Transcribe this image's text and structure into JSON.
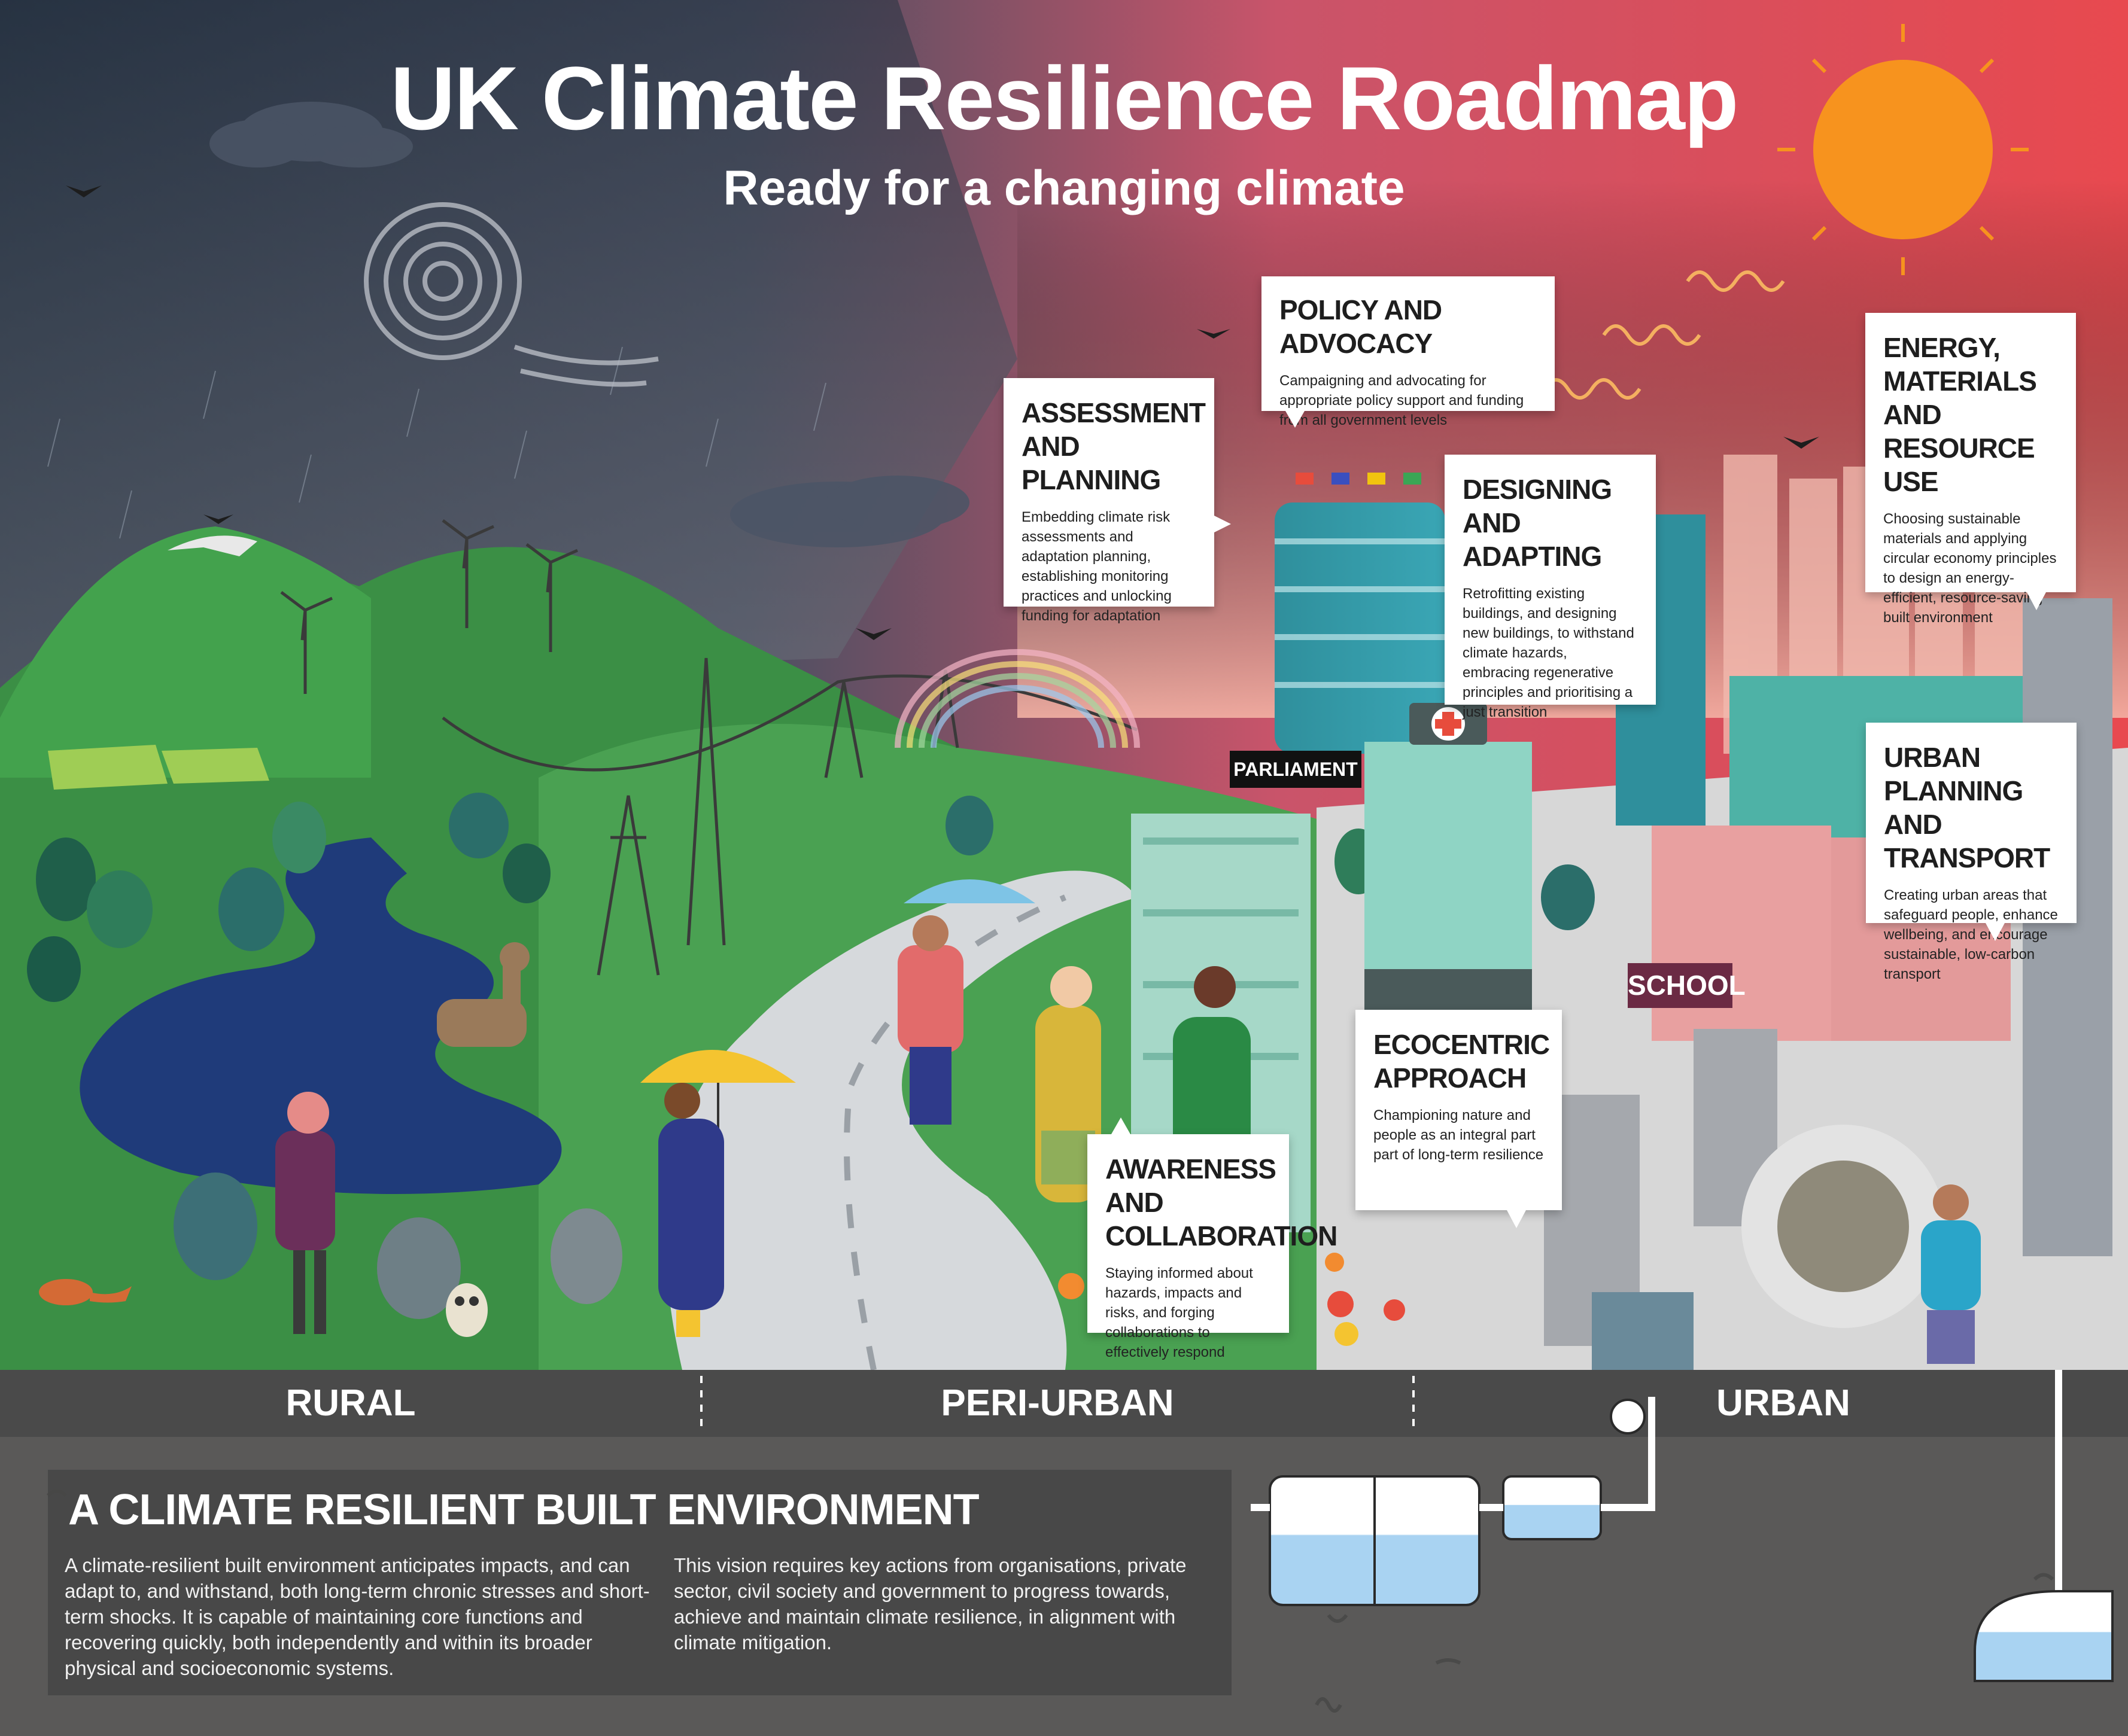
{
  "header": {
    "title": "UK Climate Resilience Roadmap",
    "subtitle": "Ready for a changing climate"
  },
  "cards": {
    "policy": {
      "title": "POLICY AND ADVOCACY",
      "body": "Campaigning and advocating for appropriate policy support and funding from all government levels"
    },
    "assessment": {
      "title": "ASSESSMENT AND PLANNING",
      "body": "Embedding climate risk assessments and adaptation planning, establishing monitoring practices and unlocking funding for adaptation"
    },
    "designing": {
      "title": "DESIGNING AND ADAPTING",
      "body": "Retrofitting existing buildings, and designing new buildings, to withstand climate hazards, embracing regenerative principles and prioritising a just transition"
    },
    "energy": {
      "title": "ENERGY, MATERIALS AND RESOURCE USE",
      "body": "Choosing sustainable materials and applying circular economy principles to design an energy-efficient, resource-saving built environment"
    },
    "urban": {
      "title": "URBAN PLANNING AND TRANSPORT",
      "body": "Creating urban areas that safeguard people, enhance wellbeing, and encourage sustainable, low-carbon transport"
    },
    "ecocentric": {
      "title": "ECOCENTRIC APPROACH",
      "body": "Championing nature and people as an integral part part of long-term resilience"
    },
    "awareness": {
      "title": "AWARENESS AND COLLABORATION",
      "body": "Staying informed about hazards, impacts and risks, and forging collaborations to effectively respond"
    }
  },
  "signs": {
    "parliament": "PARLIAMENT",
    "school": "SCHOOL"
  },
  "zones": {
    "rural": "RURAL",
    "periurban": "PERI-URBAN",
    "urban": "URBAN"
  },
  "info": {
    "title": "A CLIMATE RESILIENT BUILT ENVIRONMENT",
    "col1": "A climate-resilient built environment anticipates impacts, and can adapt to, and withstand, both long-term chronic stresses and short-term shocks. It is capable of maintaining core functions and recovering quickly, both independently and within its broader physical and socioeconomic systems.",
    "col2": "This vision requires key actions from organisations, private sector, civil society and government to progress towards, achieve and maintain climate resilience, in alignment with climate mitigation."
  },
  "colors": {
    "sky_storm": "#2b3a4a",
    "sky_warm": "#e04a55",
    "sun": "#f7931e",
    "grass": "#3f9a48",
    "river": "#1f3b7a",
    "ground_band": "#4a4a4a",
    "underground": "#5a5958"
  }
}
